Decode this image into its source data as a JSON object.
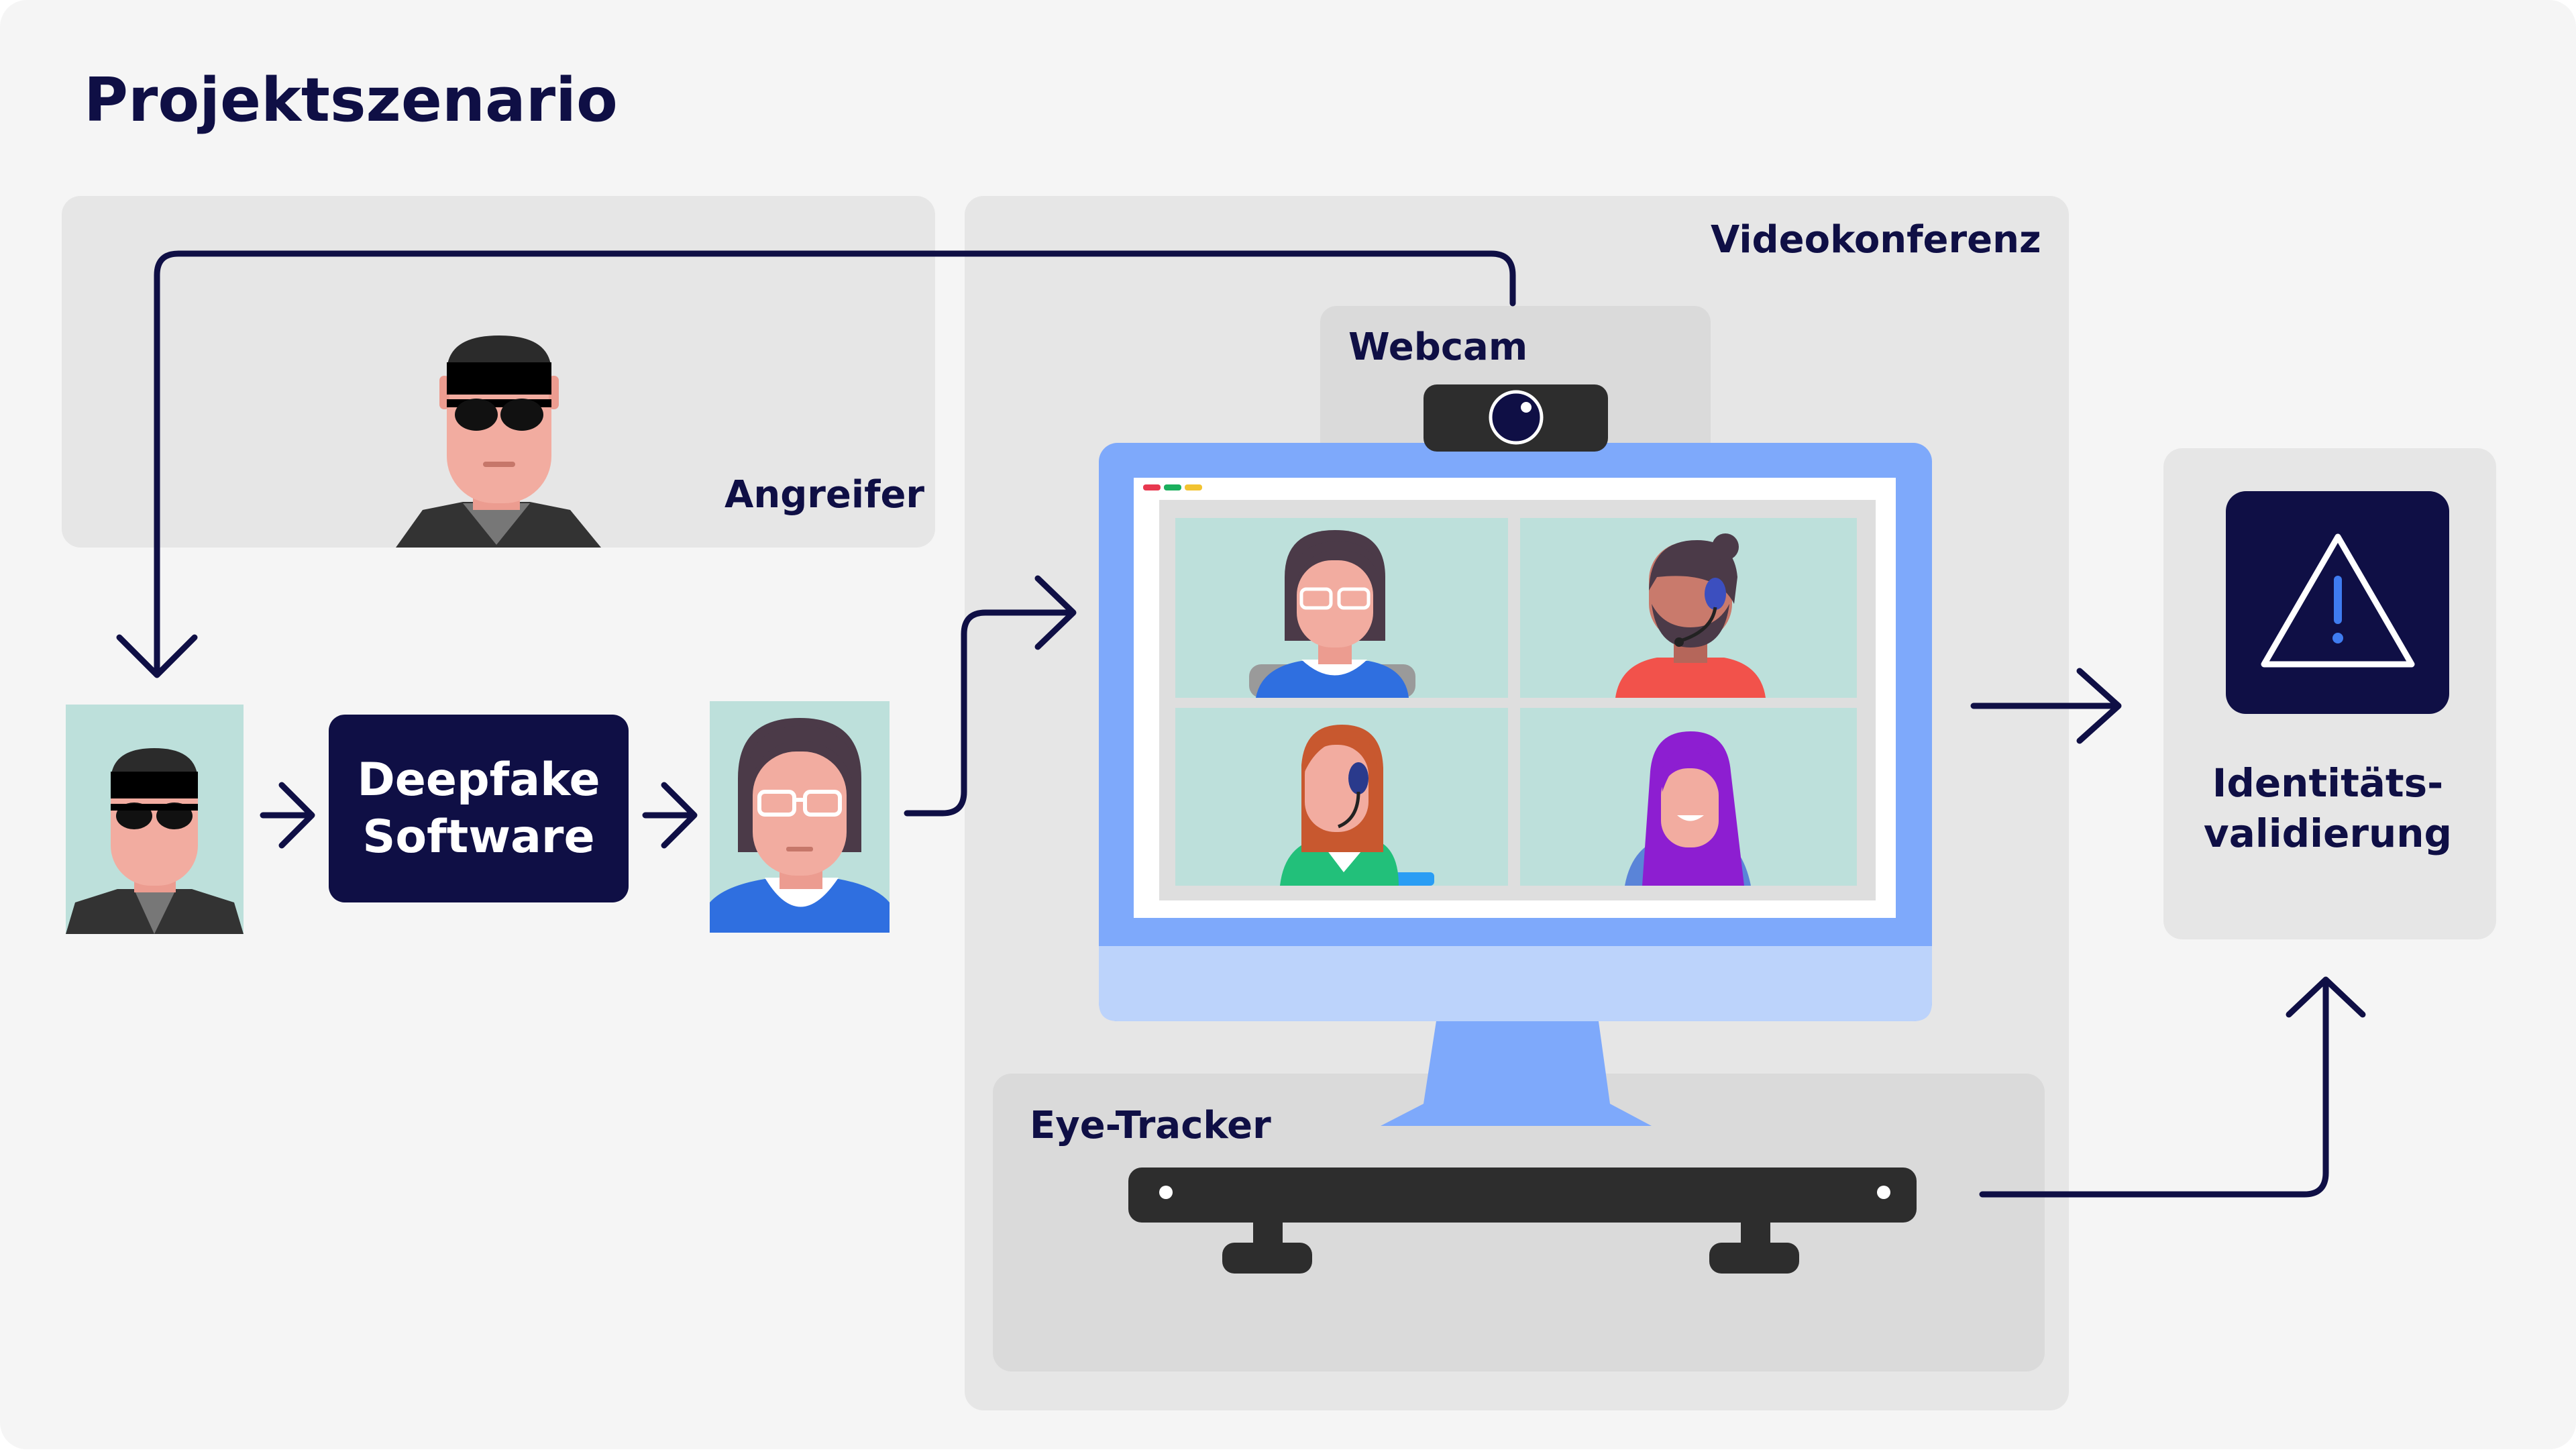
{
  "title": "Projektszenario",
  "labels": {
    "attacker": "Angreifer",
    "conference": "Videokonferenz",
    "webcam": "Webcam",
    "eye_tracker": "Eye-Tracker",
    "deepfake_line1": "Deepfake",
    "deepfake_line2": "Software",
    "identity_line1": "Identitäts-",
    "identity_line2": "validierung"
  },
  "icons": {
    "warning": "warning-triangle-icon",
    "camera": "camera-lens-icon",
    "arrow": "arrow-right-icon"
  },
  "colors": {
    "navy": "#0f0f45",
    "page_bg": "#f5f5f5",
    "panel": "#e6e6e6",
    "monitor_frame": "#7ea9fb",
    "monitor_chin": "#bcd3fb",
    "tile_bg": "#bde0db",
    "skin": "#f2aca0",
    "dark_device": "#2d2d2d"
  }
}
